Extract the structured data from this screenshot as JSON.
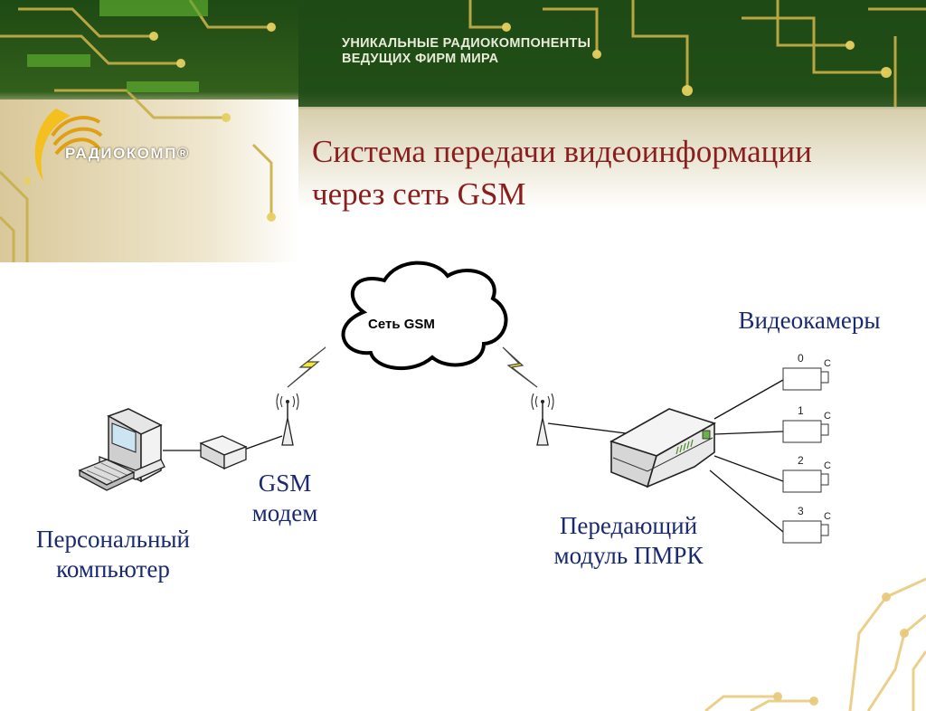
{
  "banner": {
    "tagline_line1": "УНИКАЛЬНЫЕ РАДИОКОМПОНЕНТЫ",
    "tagline_line2": "ВЕДУЩИХ ФИРМ МИРА",
    "brand": "РАДИОКОМП®"
  },
  "slide": {
    "title_line1": "Система передачи видеоинформации",
    "title_line2": "через сеть GSM"
  },
  "diagram": {
    "cloud_label": "Сеть GSM",
    "cameras_label": "Видеокамеры",
    "pc_label_line1": "Персональный",
    "pc_label_line2": "компьютер",
    "modem_label_line1": "GSM",
    "modem_label_line2": "модем",
    "module_label_line1": "Передающий",
    "module_label_line2": "модуль ПМРК",
    "cameras": [
      {
        "num": "0",
        "tag": "C"
      },
      {
        "num": "1",
        "tag": "C"
      },
      {
        "num": "2",
        "tag": "C"
      },
      {
        "num": "3",
        "tag": "C"
      }
    ]
  }
}
